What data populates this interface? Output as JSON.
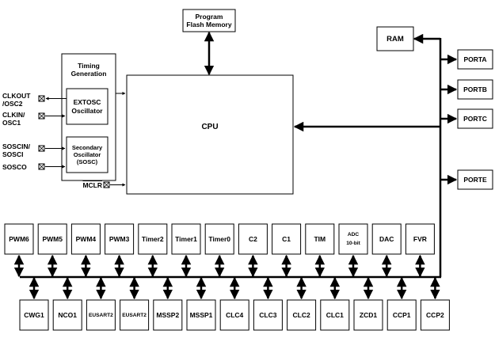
{
  "program_flash": "Program\nFlash Memory",
  "ram": "RAM",
  "cpu": "CPU",
  "timing_generation": "Timing\nGeneration",
  "extosc": "EXTOSC\nOscillator",
  "sosc": "Secondary\nOscillator\n(SOSC)",
  "pins": {
    "clkout": "CLKOUT\n/OSC2",
    "clkin": "CLKIN/\nOSC1",
    "soscin": "SOSCIN/\nSOSCI",
    "sosco": "SOSCO",
    "mclr": "MCLR"
  },
  "ports": [
    "PORTA",
    "PORTB",
    "PORTC",
    "PORTE"
  ],
  "top_peripherals": [
    "PWM6",
    "PWM5",
    "PWM4",
    "PWM3",
    "Timer2",
    "Timer1",
    "Timer0",
    "C2",
    "C1",
    "TIM",
    "ADC\n10-bit",
    "DAC",
    "FVR"
  ],
  "bottom_peripherals": [
    "CWG1",
    "NCO1",
    "EUSART2",
    "EUSART2",
    "MSSP2",
    "MSSP1",
    "CLC4",
    "CLC3",
    "CLC2",
    "CLC1",
    "ZCD1",
    "CCP1",
    "CCP2"
  ]
}
